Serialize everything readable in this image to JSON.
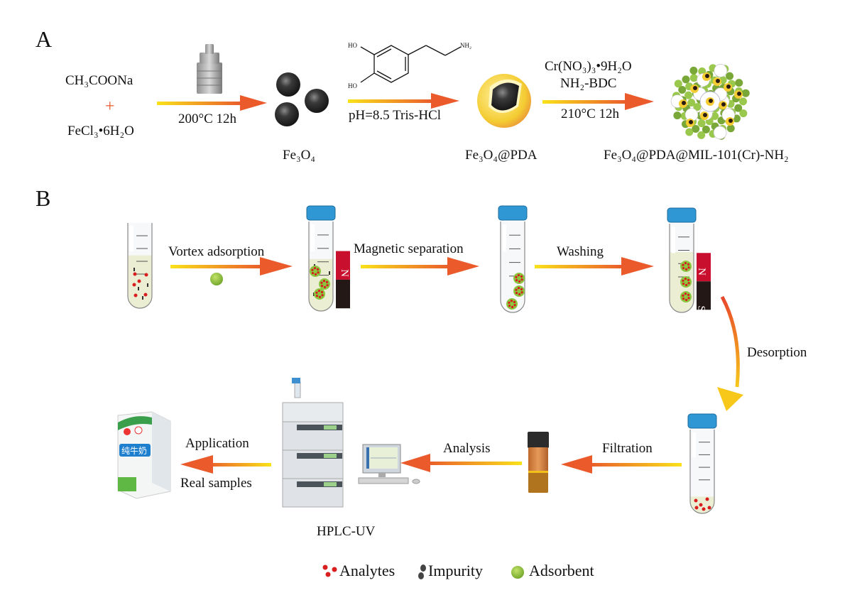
{
  "panels": {
    "A": {
      "letter": "A",
      "reactants": {
        "line1": "CH₃COONa",
        "plus": "+",
        "line2": "FeCl₃•6H₂O"
      },
      "step1": {
        "condition": "200°C 12h",
        "icon": "autoclave-icon"
      },
      "product1": {
        "label": "Fe₃O₄",
        "icon": "fe3o4-spheres-icon"
      },
      "step2": {
        "condition": "pH=8.5 Tris-HCl",
        "molecule": {
          "name": "dopamine",
          "ho_top": "HO",
          "ho_bottom": "HO",
          "amine": "NH₂"
        }
      },
      "product2": {
        "label": "Fe₃O₄@PDA",
        "icon": "core-shell-particle-icon"
      },
      "step3": {
        "reagent1": "Cr(NO₃)₃•9H₂O",
        "reagent2": "NH₂-BDC",
        "condition": "210°C 12h"
      },
      "product3": {
        "label": "Fe₃O₄@PDA@MIL-101(Cr)-NH₂",
        "icon": "mof-composite-icon"
      }
    },
    "B": {
      "letter": "B",
      "steps": [
        {
          "label": "Vortex adsorption"
        },
        {
          "label": "Magnetic separation"
        },
        {
          "label": "Washing"
        },
        {
          "label": "Desorption"
        },
        {
          "label": "Filtration"
        },
        {
          "label": "Analysis"
        },
        {
          "label_top": "Application",
          "label_bottom": "Real samples"
        }
      ],
      "magnet": {
        "north": "N",
        "south": "S"
      },
      "instrument": {
        "label": "HPLC-UV"
      },
      "milk_carton": {
        "text": "纯牛奶"
      }
    }
  },
  "legend": {
    "items": [
      {
        "label": "Analytes",
        "icon": "analyte-dots-icon",
        "color": "#d81e1e"
      },
      {
        "label": "Impurity",
        "icon": "impurity-dots-icon",
        "color": "#444444"
      },
      {
        "label": "Adsorbent",
        "icon": "adsorbent-ball-icon",
        "color": "#8cc63f"
      }
    ]
  },
  "colors": {
    "arrow_start": "#f7e017",
    "arrow_end": "#ea5b2a",
    "tube_cap": "#2f97d4",
    "magnet_north": "#c8102e",
    "magnet_south": "#231815",
    "liquid": "#eef0c4",
    "analyte": "#d81e1e",
    "adsorbent": "#8cc63f"
  }
}
